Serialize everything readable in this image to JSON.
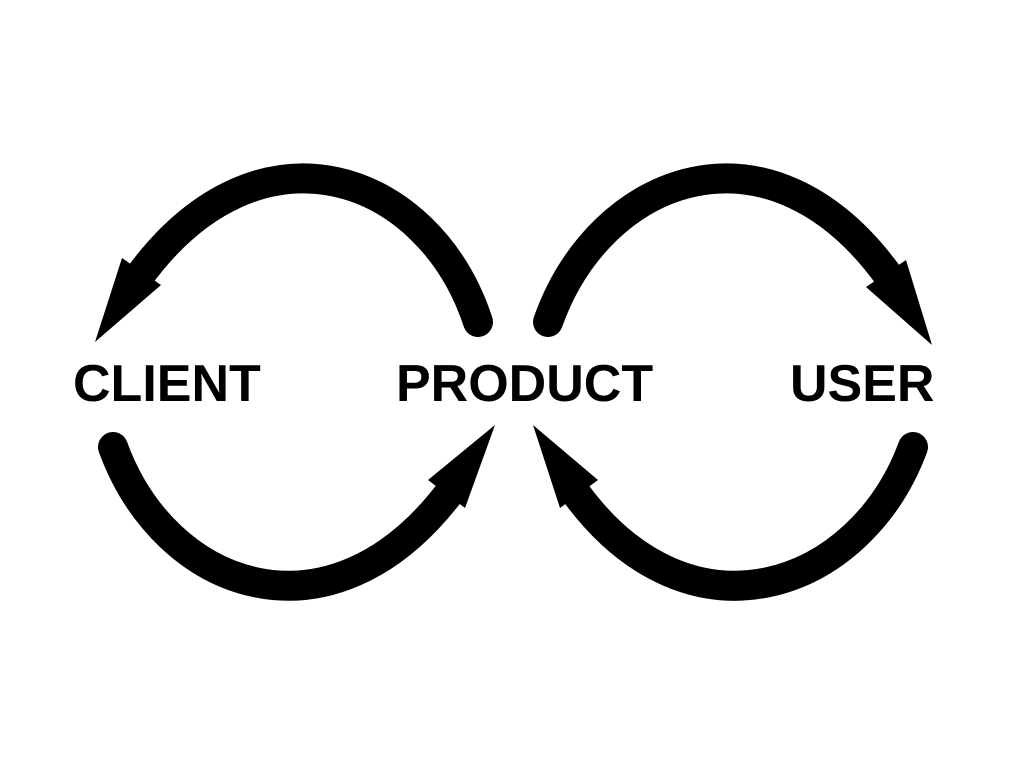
{
  "nodes": {
    "client": "CLIENT",
    "product": "PRODUCT",
    "user": "USER"
  },
  "edges": [
    {
      "from": "PRODUCT",
      "to": "CLIENT",
      "position": "upper-left"
    },
    {
      "from": "CLIENT",
      "to": "PRODUCT",
      "position": "lower-left"
    },
    {
      "from": "PRODUCT",
      "to": "USER",
      "position": "upper-right"
    },
    {
      "from": "USER",
      "to": "PRODUCT",
      "position": "lower-right"
    }
  ],
  "colors": {
    "ink": "#000000",
    "background": "#ffffff"
  }
}
